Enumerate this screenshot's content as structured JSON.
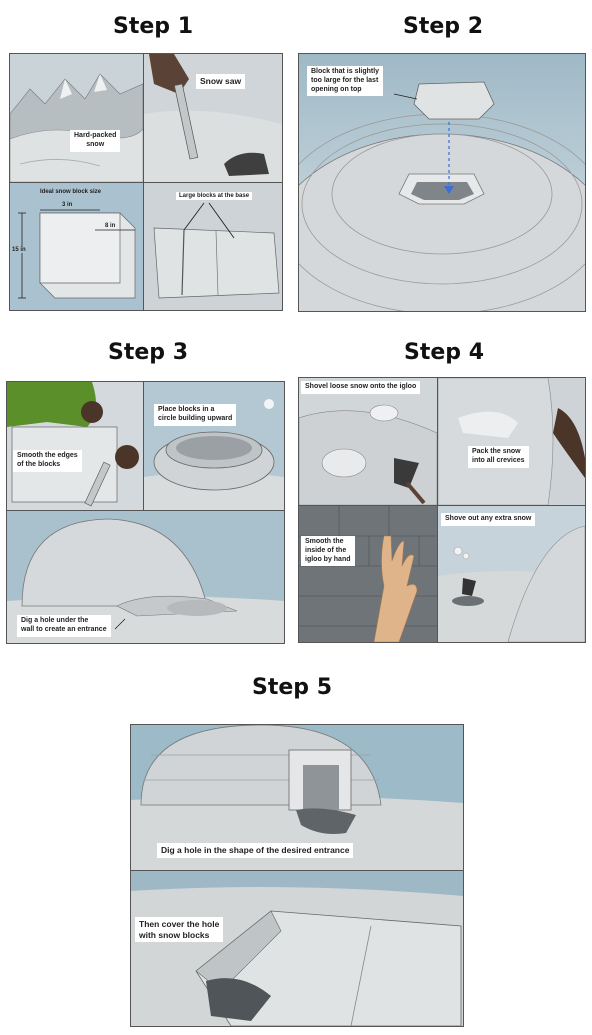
{
  "step1": {
    "title": "Step 1",
    "snow_saw": "Snow saw",
    "hard_packed": "Hard-packed\nsnow",
    "ideal_block": "Ideal snow block size",
    "dim_width": "3 in",
    "dim_depth": "8 in",
    "dim_height": "15 in",
    "large_blocks": "Large blocks at the base"
  },
  "step2": {
    "title": "Step 2",
    "block_note": "Block that is slightly\ntoo large for the last\nopening on top"
  },
  "step3": {
    "title": "Step 3",
    "smooth_edges": "Smooth the edges\nof the blocks",
    "place_blocks": "Place blocks in a\ncircle building upward",
    "dig_hole": "Dig a hole under the\nwall to create an entrance"
  },
  "step4": {
    "title": "Step 4",
    "shovel": "Shovel loose snow onto the igloo",
    "pack": "Pack the snow\ninto all crevices",
    "smooth_inside": "Smooth the\ninside of the\nigloo by hand",
    "shove_out": "Shove out any extra snow"
  },
  "step5": {
    "title": "Step 5",
    "dig_shape": "Dig a hole in the shape of the desired entrance",
    "cover": "Then cover the hole\nwith snow blocks"
  },
  "colors": {
    "sky": "#9fb9c6",
    "snow": "#d9dcdd",
    "snow_shadow": "#a9aeb1",
    "outline": "#4a4f52",
    "arrow": "#3a6fd8",
    "glove": "#5a8f2a"
  }
}
